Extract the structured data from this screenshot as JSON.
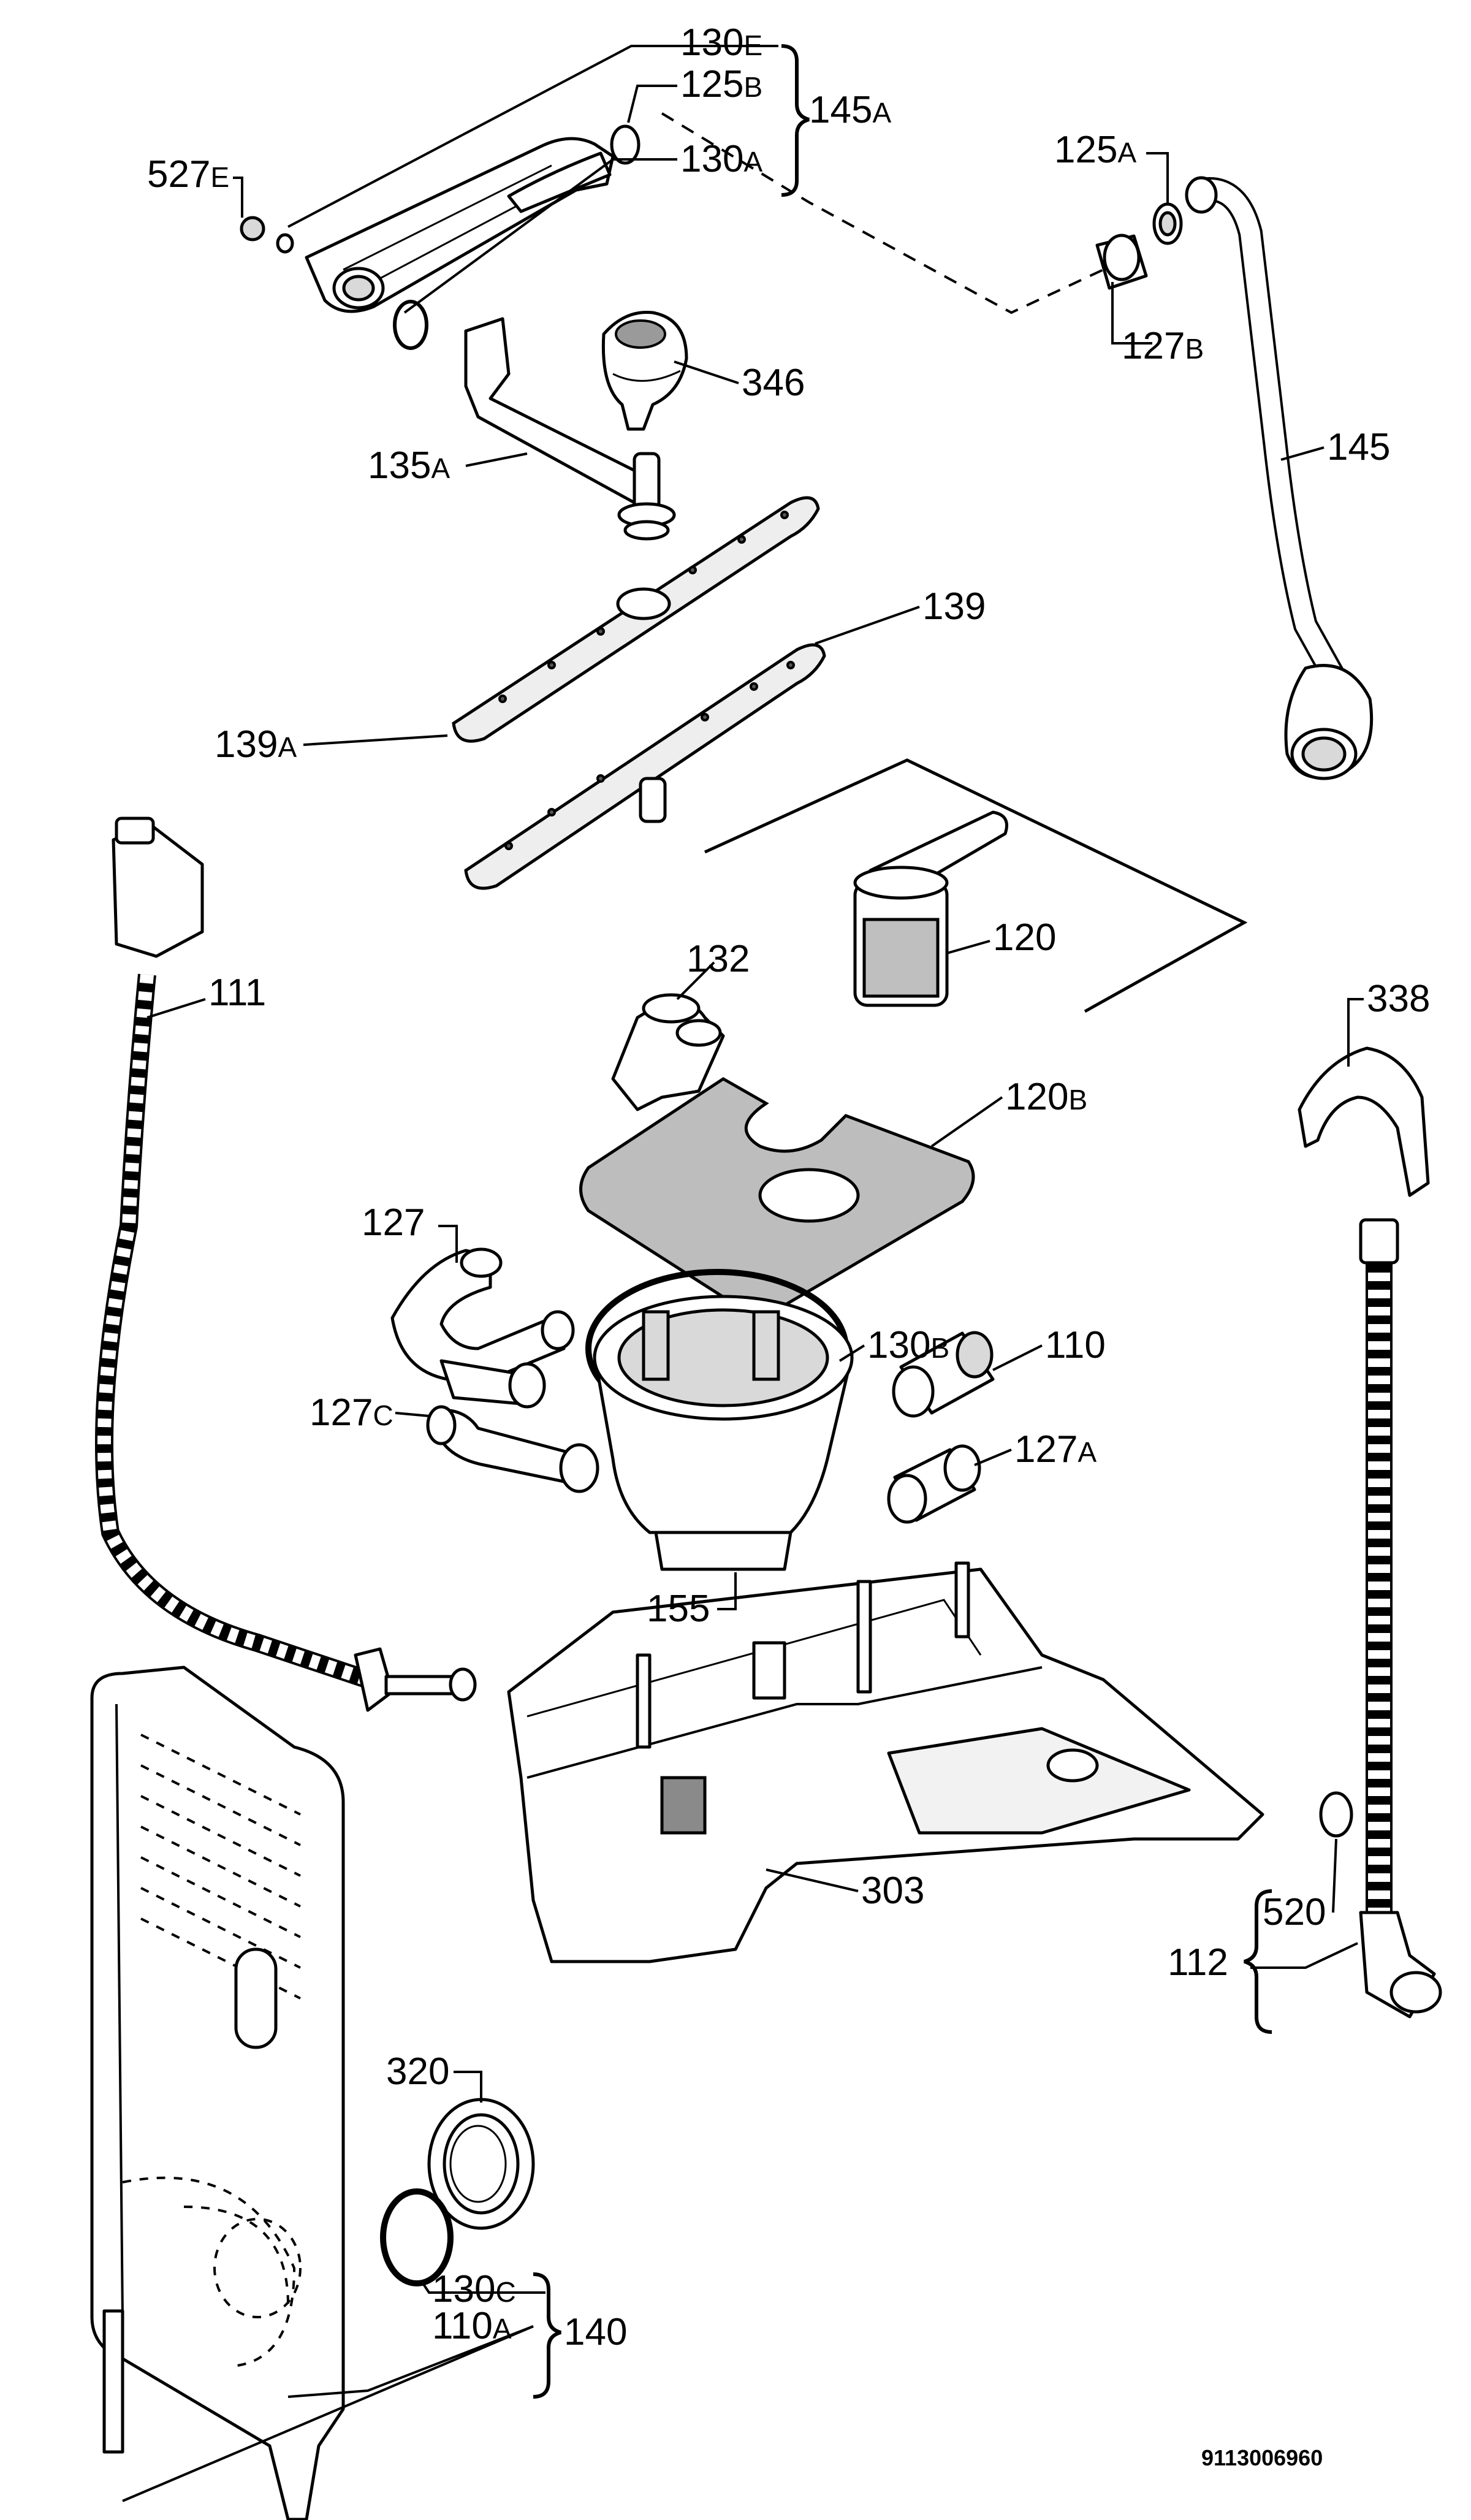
{
  "diagram": {
    "catalog_number": "9113006960",
    "labels": {
      "p130E": {
        "main": "130",
        "suffix": "E"
      },
      "p125B": {
        "main": "125",
        "suffix": "B"
      },
      "p145A": {
        "main": "145",
        "suffix": "A"
      },
      "p130A": {
        "main": "130",
        "suffix": "A"
      },
      "p527E": {
        "main": "527",
        "suffix": "E"
      },
      "p125A": {
        "main": "125",
        "suffix": "A"
      },
      "p127B": {
        "main": "127",
        "suffix": "B"
      },
      "p346": {
        "main": "346",
        "suffix": ""
      },
      "p145": {
        "main": "145",
        "suffix": ""
      },
      "p135A": {
        "main": "135",
        "suffix": "A"
      },
      "p139": {
        "main": "139",
        "suffix": ""
      },
      "p139A": {
        "main": "139",
        "suffix": "A"
      },
      "p111": {
        "main": "111",
        "suffix": ""
      },
      "p120": {
        "main": "120",
        "suffix": ""
      },
      "p132": {
        "main": "132",
        "suffix": ""
      },
      "p338": {
        "main": "338",
        "suffix": ""
      },
      "p120B": {
        "main": "120",
        "suffix": "B"
      },
      "p127": {
        "main": "127",
        "suffix": ""
      },
      "p130B": {
        "main": "130",
        "suffix": "B"
      },
      "p110": {
        "main": "110",
        "suffix": ""
      },
      "p127C": {
        "main": "127",
        "suffix": "C"
      },
      "p127A": {
        "main": "127",
        "suffix": "A"
      },
      "p155": {
        "main": "155",
        "suffix": ""
      },
      "p303": {
        "main": "303",
        "suffix": ""
      },
      "p112": {
        "main": "112",
        "suffix": ""
      },
      "p520": {
        "main": "520",
        "suffix": ""
      },
      "p320": {
        "main": "320",
        "suffix": ""
      },
      "p130C": {
        "main": "130",
        "suffix": "C"
      },
      "p140": {
        "main": "140",
        "suffix": ""
      },
      "p110A": {
        "main": "110",
        "suffix": "A"
      }
    }
  }
}
